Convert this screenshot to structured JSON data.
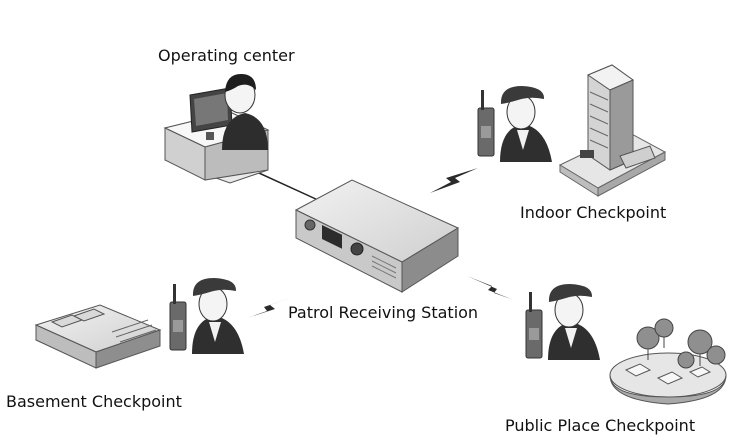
{
  "diagram": {
    "labels": {
      "operating_center": "Operating center",
      "indoor_checkpoint": "Indoor Checkpoint",
      "patrol_receiving_station": "Patrol Receiving Station",
      "basement_checkpoint": "Basement Checkpoint",
      "public_place_checkpoint": "Public Place Checkpoint"
    },
    "icons": {
      "operator": "operator-at-desk-icon",
      "station": "receiving-station-device-icon",
      "guard": "security-guard-with-radio-icon",
      "building": "office-building-icon",
      "charger": "radio-charger-dock-icon",
      "park": "park-with-trees-icon",
      "signal": "wireless-signal-bolt-icon"
    },
    "colors": {
      "ink": "#111111",
      "grey_dark": "#3a3a3a",
      "grey_mid": "#8a8a8a",
      "grey_light": "#d6d6d6"
    }
  }
}
